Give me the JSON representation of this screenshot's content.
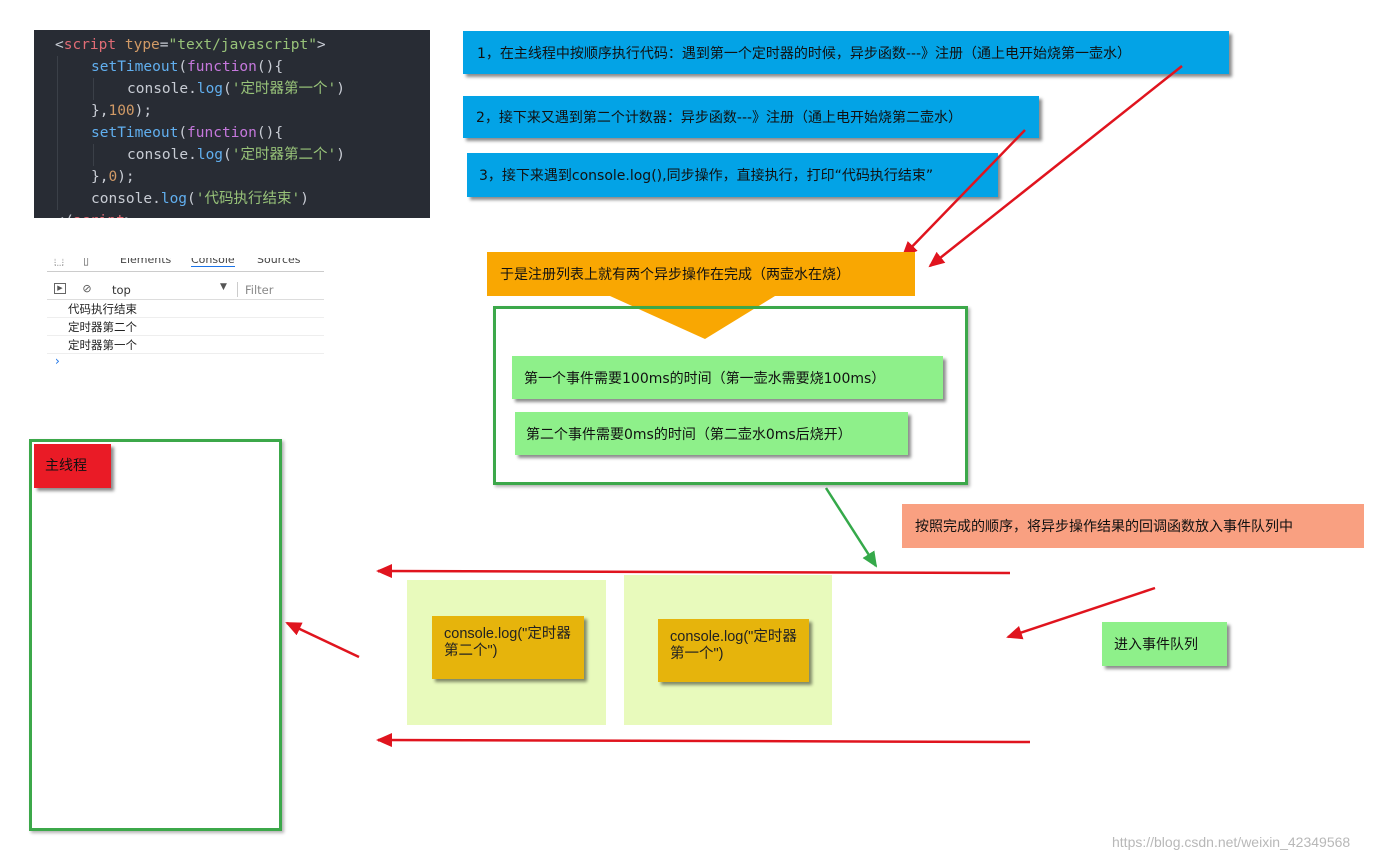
{
  "code": {
    "lines": [
      {
        "indent": 0,
        "tokens": [
          [
            "punc",
            "<"
          ],
          [
            "tag",
            "script"
          ],
          [
            "punc",
            " "
          ],
          [
            "attr",
            "type"
          ],
          [
            "punc",
            "="
          ],
          [
            "str",
            "\"text/javascript\""
          ],
          [
            "punc",
            ">"
          ]
        ]
      },
      {
        "indent": 1,
        "tokens": [
          [
            "fn",
            "setTimeout"
          ],
          [
            "punc",
            "("
          ],
          [
            "kw",
            "function"
          ],
          [
            "punc",
            "(){"
          ]
        ]
      },
      {
        "indent": 2,
        "tokens": [
          [
            "punc",
            "console."
          ],
          [
            "fn",
            "log"
          ],
          [
            "punc",
            "("
          ],
          [
            "str",
            "'定时器第一个'"
          ],
          [
            "punc",
            ")"
          ]
        ]
      },
      {
        "indent": 1,
        "tokens": [
          [
            "punc",
            "},"
          ],
          [
            "num",
            "100"
          ],
          [
            "punc",
            ");"
          ]
        ]
      },
      {
        "indent": 1,
        "tokens": [
          [
            "fn",
            "setTimeout"
          ],
          [
            "punc",
            "("
          ],
          [
            "kw",
            "function"
          ],
          [
            "punc",
            "(){"
          ]
        ]
      },
      {
        "indent": 2,
        "tokens": [
          [
            "punc",
            "console."
          ],
          [
            "fn",
            "log"
          ],
          [
            "punc",
            "("
          ],
          [
            "str",
            "'定时器第二个'"
          ],
          [
            "punc",
            ")"
          ]
        ]
      },
      {
        "indent": 1,
        "tokens": [
          [
            "punc",
            "},"
          ],
          [
            "num",
            "0"
          ],
          [
            "punc",
            ");"
          ]
        ]
      },
      {
        "indent": 1,
        "tokens": [
          [
            "punc",
            "console."
          ],
          [
            "fn",
            "log"
          ],
          [
            "punc",
            "("
          ],
          [
            "str",
            "'代码执行结束'"
          ],
          [
            "punc",
            ")"
          ]
        ]
      },
      {
        "indent": 0,
        "tokens": [
          [
            "punc",
            "</"
          ],
          [
            "tag",
            "script"
          ],
          [
            "punc",
            ">"
          ]
        ]
      }
    ]
  },
  "devtools": {
    "tabs": [
      "Elements",
      "Console",
      "Sources"
    ],
    "active_tab": "Console",
    "context": "top",
    "filter_placeholder": "Filter",
    "log_rows": [
      "代码执行结束",
      "定时器第二个",
      "定时器第一个"
    ],
    "prompt": "›"
  },
  "steps": {
    "step1": "1，在主线程中按顺序执行代码：遇到第一个定时器的时候，异步函数---》注册（通上电开始烧第一壶水）",
    "step2": "2，接下来又遇到第二个计数器：异步函数---》注册（通上电开始烧第二壶水）",
    "step3": "3，接下来遇到console.log(),同步操作，直接执行，打印“代码执行结束”"
  },
  "registry": {
    "title": "于是注册列表上就有两个异步操作在完成（两壶水在烧）",
    "event1": "第一个事件需要100ms的时间（第一壶水需要烧100ms）",
    "event2": "第二个事件需要0ms的时间（第二壶水0ms后烧开）"
  },
  "main_thread": {
    "label": "主线程"
  },
  "queue": {
    "note": "按照完成的顺序，将异步操作结果的回调函数放入事件队列中",
    "callback1": "console.log(\"定时器第二个\")",
    "callback2": "console.log(\"定时器第一个\")",
    "enter_label": "进入事件队列"
  },
  "watermark": "https://blog.csdn.net/weixin_42349568",
  "colors": {
    "step_blue": "#03a3e6",
    "registry_orange": "#f9a702",
    "event_green": "#8ef08a",
    "frame_green": "#3ca84a",
    "main_red": "#ea1b26",
    "note_salmon": "#f9a081",
    "queue_slot": "#e8fabc",
    "callback_gold": "#e6b40c",
    "arrow_red": "#e0141e",
    "arrow_green": "#35a94a"
  }
}
